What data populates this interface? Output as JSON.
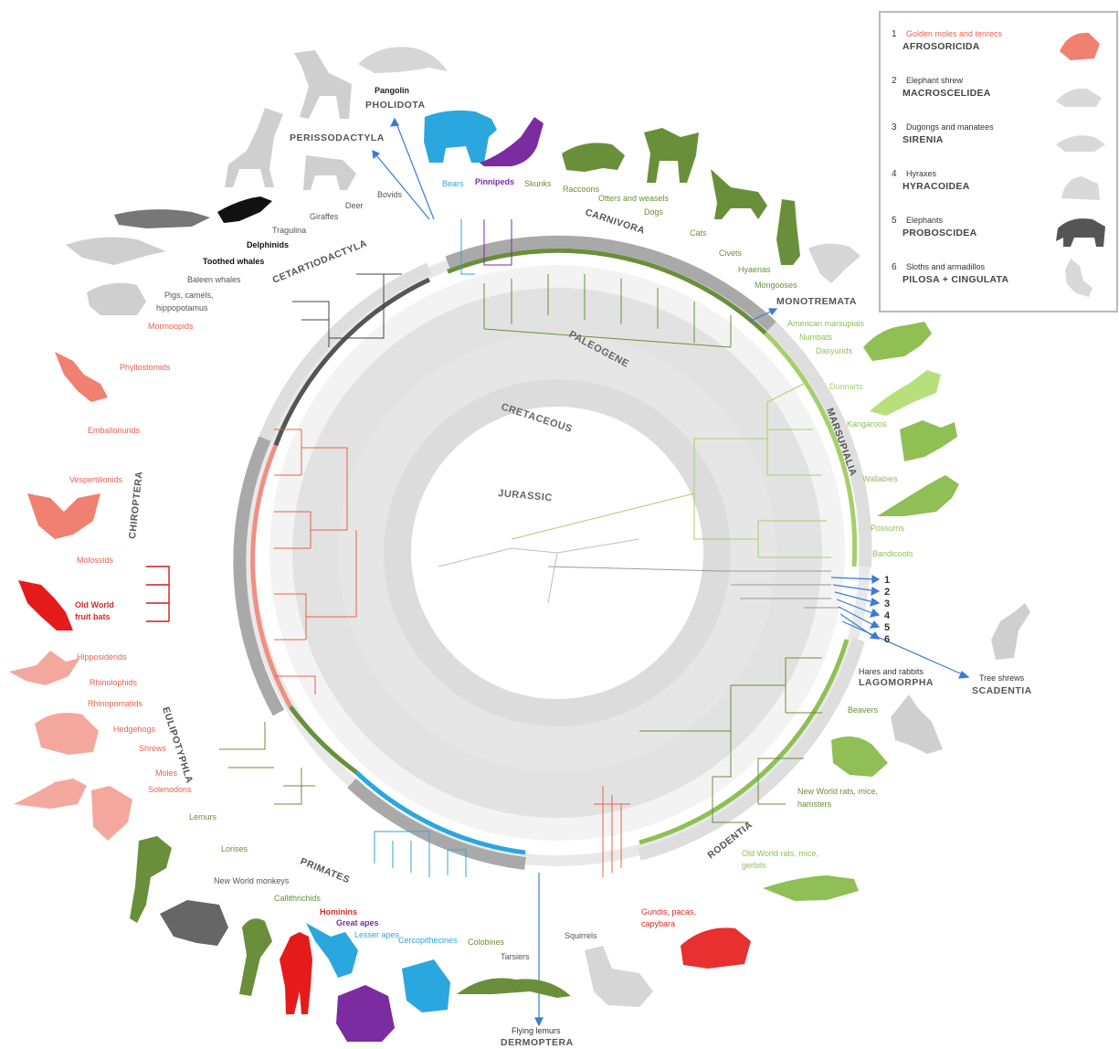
{
  "eras": [
    "JURASSIC",
    "CRETACEOUS",
    "PALEOGENE"
  ],
  "groups": {
    "cetartiodactyla": "CETARTIODACTYLA",
    "carnivora": "CARNIVORA",
    "marsupialia": "MARSUPIALIA",
    "rodentia": "RODENTIA",
    "primates": "PRIMATES",
    "eulipotyphla": "EULIPOTYPHLA",
    "chiroptera": "CHIROPTERA"
  },
  "outer_groups": {
    "pholidota_common": "Pangolin",
    "pholidota": "PHOLIDOTA",
    "perissodactyla": "PERISSODACTYLA",
    "monotremata": "MONOTREMATA",
    "lagomorpha_common": "Hares and rabbits",
    "lagomorpha": "LAGOMORPHA",
    "scadentia_common": "Tree shrews",
    "scadentia": "SCADENTIA",
    "dermoptera_common": "Flying lemurs",
    "dermoptera": "DERMOPTERA"
  },
  "labels": {
    "bovids": "Bovids",
    "deer": "Deer",
    "giraffes": "Giraffes",
    "tragulina": "Tragulina",
    "delphinids": "Delphinids",
    "toothed_whales": "Toothed whales",
    "baleen_whales": "Baleen whales",
    "pigs_1": "Pigs, camels,",
    "pigs_2": "hippopotamus",
    "bears": "Bears",
    "pinnipeds": "Pinnipeds",
    "skunks": "Skunks",
    "raccoons": "Raccoons",
    "otters": "Otters and weasels",
    "dogs": "Dogs",
    "cats": "Cats",
    "civets": "Civets",
    "hyaenas": "Hyaenas",
    "mongooses": "Mongooses",
    "american_marsupials": "American marsupials",
    "numbats": "Numbats",
    "dasyurids": "Dasyurids",
    "dunnarts": "Dunnarts",
    "kangaroos": "Kangaroos",
    "wallabies": "Wallabies",
    "possums": "Possums",
    "bandicoots": "Bandicoots",
    "beavers": "Beavers",
    "nw_rats_1": "New World rats, mice,",
    "nw_rats_2": "hamsters",
    "ow_rats_1": "Old World rats, mice,",
    "ow_rats_2": "gerbils",
    "gundis_1": "Gundis, pacas,",
    "gundis_2": "capybara",
    "squirrels": "Squirrels",
    "tarsiers": "Tarsiers",
    "colobines": "Colobines",
    "cercopithecines": "Cercopithecines",
    "lesser_apes": "Lesser apes",
    "great_apes": "Great apes",
    "hominins": "Hominins",
    "callithrichids": "Callithrichids",
    "nw_monkeys": "New World monkeys",
    "lorises": "Lorises",
    "lemurs": "Lemurs",
    "solenodons": "Solenodons",
    "moles": "Moles",
    "shrews": "Shrews",
    "hedgehogs": "Hedgehogs",
    "rhinopomatids": "Rhinopomatids",
    "rhinolophids": "Rhinolophids",
    "hipposiderids": "Hipposiderids",
    "ow_fruit_1": "Old World",
    "ow_fruit_2": "fruit bats",
    "molossids": "Molossids",
    "vespertilionids": "Vespertilionids",
    "emballonurids": "Emballonurids",
    "phyllostomids": "Phyllostomids",
    "mormoopids": "Mormoopids"
  },
  "arrow_numbers": [
    "1",
    "2",
    "3",
    "4",
    "5",
    "6"
  ],
  "legend": [
    {
      "num": "1",
      "common": "Golden moles and tenrecs",
      "sci": "AFROSORICIDA",
      "color": "#f08070"
    },
    {
      "num": "2",
      "common": "Elephant shrew",
      "sci": "MACROSCELIDEA",
      "color": "#d9d9d9"
    },
    {
      "num": "3",
      "common": "Dugongs and manatees",
      "sci": "SIRENIA",
      "color": "#d9d9d9"
    },
    {
      "num": "4",
      "common": "Hyraxes",
      "sci": "HYRACOIDEA",
      "color": "#d9d9d9"
    },
    {
      "num": "5",
      "common": "Elephants",
      "sci": "PROBOSCIDEA",
      "color": "#555555"
    },
    {
      "num": "6",
      "common": "Sloths and armadillos",
      "sci": "PILOSA + CINGULATA",
      "color": "#d9d9d9"
    }
  ],
  "colors": {
    "red": "#e8604f",
    "light_red": "#f4a89d",
    "dark_red": "#d42a2a",
    "green": "#6a8f3a",
    "light_green": "#a6cf6b",
    "blue": "#2aa7de",
    "purple": "#7a2ca0",
    "grey": "#c8c8c8",
    "dark_grey": "#555555",
    "arrow_blue": "#3a7bd5"
  }
}
